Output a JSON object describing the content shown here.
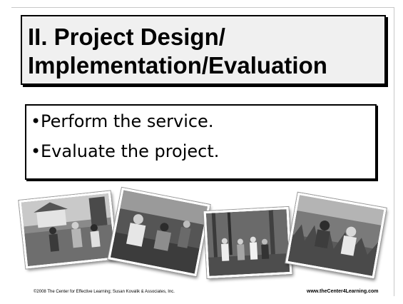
{
  "title": {
    "line1": "II. Project Design/",
    "line2": "Implementation/Evaluation"
  },
  "bullets": [
    {
      "marker": "•",
      "text": "Perform the service."
    },
    {
      "marker": "•",
      "text": "Evaluate the project."
    }
  ],
  "photos": [
    "outdoor-work-photo",
    "gardening-photo",
    "group-in-woods-photo",
    "field-grass-photo"
  ],
  "footer": {
    "copyright": "©2008 The Center for Effective Learning; Susan Kovalik & Associates, Inc.",
    "website": "www.theCenter4Learning.com"
  }
}
